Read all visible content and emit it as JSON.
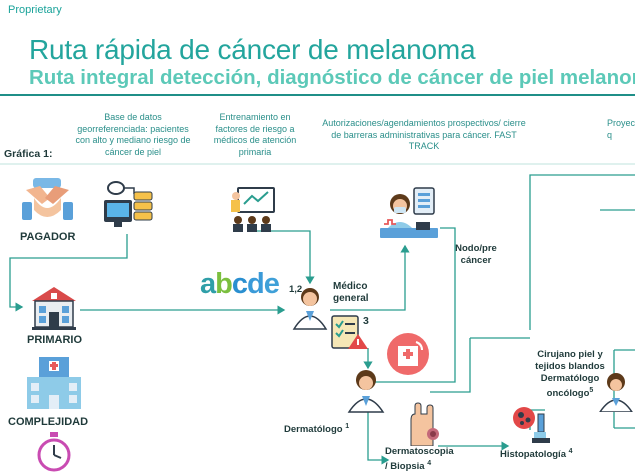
{
  "header": {
    "proprietary": "Proprietary",
    "title": "Ruta rápida de cáncer de melanoma",
    "subtitle": "Ruta integral detección, diagnóstico de cáncer de piel melanoma"
  },
  "columns": {
    "col1": "Base de datos georreferenciada: pacientes con alto y mediano riesgo de cáncer de piel",
    "col2": "Entrenamiento en factores de riesgo a médicos de atención primaria",
    "col3": "Autorizaciones/agendamientos prospectivos/ cierre de barreras administrativas para cáncer. FAST TRACK",
    "col4": "Proyec q"
  },
  "grafica_label": "Gráfica 1:",
  "actors": {
    "pagador": "PAGADOR",
    "primario": "PRIMARIO",
    "complejidad": "COMPLEJIDAD"
  },
  "abcde": {
    "letters": [
      "a",
      "b",
      "c",
      "d",
      "e"
    ],
    "colors": [
      "#2f9fa8",
      "#7bbf3f",
      "#2a8fd0",
      "#3a9ad8",
      "#3fa0d8"
    ],
    "superscript": "1,2"
  },
  "nodes": {
    "medico_general": "Médico general",
    "checklist_number": "3",
    "nodo_pre_cancer": "Nodo/pre cáncer",
    "dermatologo": "Dermatólogo",
    "dermatologo_sup": "1",
    "dermatoscopia": "Dermatoscopia / Biopsia",
    "dermatoscopia_sup": "4",
    "histopatologia": "Histopatología",
    "histopatologia_sup": "4",
    "cirujano": "Cirujano piel y tejidos blandos Dermatólogo oncólogo",
    "cirujano_sup": "5"
  },
  "colors": {
    "teal": "#1aa39a",
    "line": "#2a9d8f",
    "dark_teal": "#1f8f88",
    "light_teal": "#5cc9b8"
  }
}
